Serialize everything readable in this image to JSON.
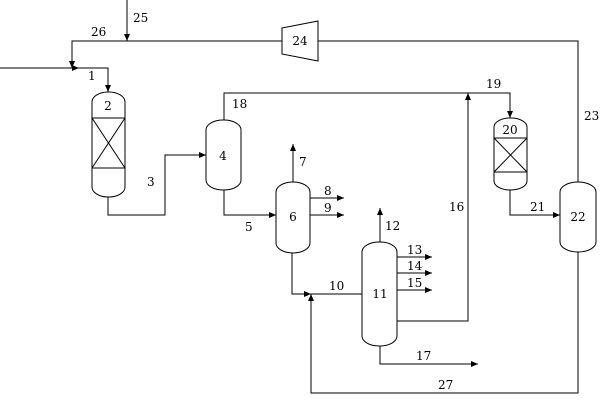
{
  "diagram": {
    "units": [
      {
        "id": "2",
        "label": "2"
      },
      {
        "id": "4",
        "label": "4"
      },
      {
        "id": "6",
        "label": "6"
      },
      {
        "id": "11",
        "label": "11"
      },
      {
        "id": "20",
        "label": "20"
      },
      {
        "id": "22",
        "label": "22"
      },
      {
        "id": "24",
        "label": "24"
      }
    ],
    "streams": [
      {
        "id": "1",
        "label": "1"
      },
      {
        "id": "3",
        "label": "3"
      },
      {
        "id": "5",
        "label": "5"
      },
      {
        "id": "7",
        "label": "7"
      },
      {
        "id": "8",
        "label": "8"
      },
      {
        "id": "9",
        "label": "9"
      },
      {
        "id": "10",
        "label": "10"
      },
      {
        "id": "12",
        "label": "12"
      },
      {
        "id": "13",
        "label": "13"
      },
      {
        "id": "14",
        "label": "14"
      },
      {
        "id": "15",
        "label": "15"
      },
      {
        "id": "16",
        "label": "16"
      },
      {
        "id": "17",
        "label": "17"
      },
      {
        "id": "18",
        "label": "18"
      },
      {
        "id": "19",
        "label": "19"
      },
      {
        "id": "21",
        "label": "21"
      },
      {
        "id": "23",
        "label": "23"
      },
      {
        "id": "25",
        "label": "25"
      },
      {
        "id": "26",
        "label": "26"
      },
      {
        "id": "27",
        "label": "27"
      }
    ]
  }
}
